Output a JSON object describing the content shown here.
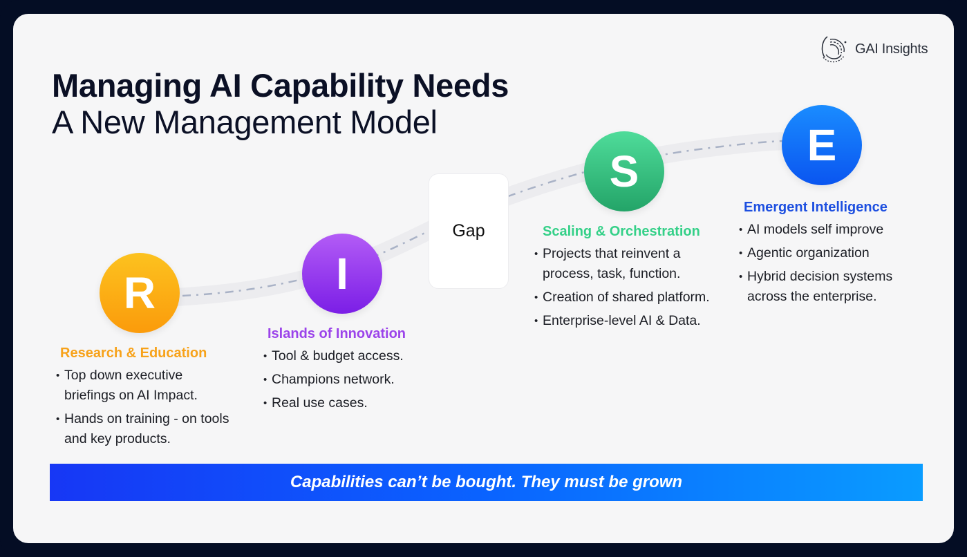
{
  "header": {
    "title_line1": "Managing AI Capability Needs",
    "title_line2": "A New Management Model"
  },
  "logo": {
    "icon": "gai-insights-logo-icon",
    "text": "GAI Insights"
  },
  "gap": {
    "label": "Gap"
  },
  "stages": [
    {
      "letter": "R",
      "title": "Research & Education",
      "color": "#f7a21a",
      "bullets": [
        "Top down executive briefings on AI Impact.",
        "Hands on training - on tools and key products."
      ]
    },
    {
      "letter": "I",
      "title": "Islands of Innovation",
      "color": "#9b43ea",
      "bullets": [
        "Tool & budget access.",
        "Champions network.",
        "Real use cases."
      ]
    },
    {
      "letter": "S",
      "title": "Scaling & Orchestration",
      "color": "#34d088",
      "bullets": [
        "Projects that reinvent a process, task, function.",
        "Creation of shared platform.",
        "Enterprise-level AI & Data."
      ]
    },
    {
      "letter": "E",
      "title": "Emergent Intelligence",
      "color": "#1d4fe0",
      "bullets": [
        "AI models self improve",
        "Agentic organization",
        "Hybrid decision systems across the enterprise."
      ]
    }
  ],
  "banner": {
    "text": "Capabilities can’t be bought. They must be grown"
  }
}
